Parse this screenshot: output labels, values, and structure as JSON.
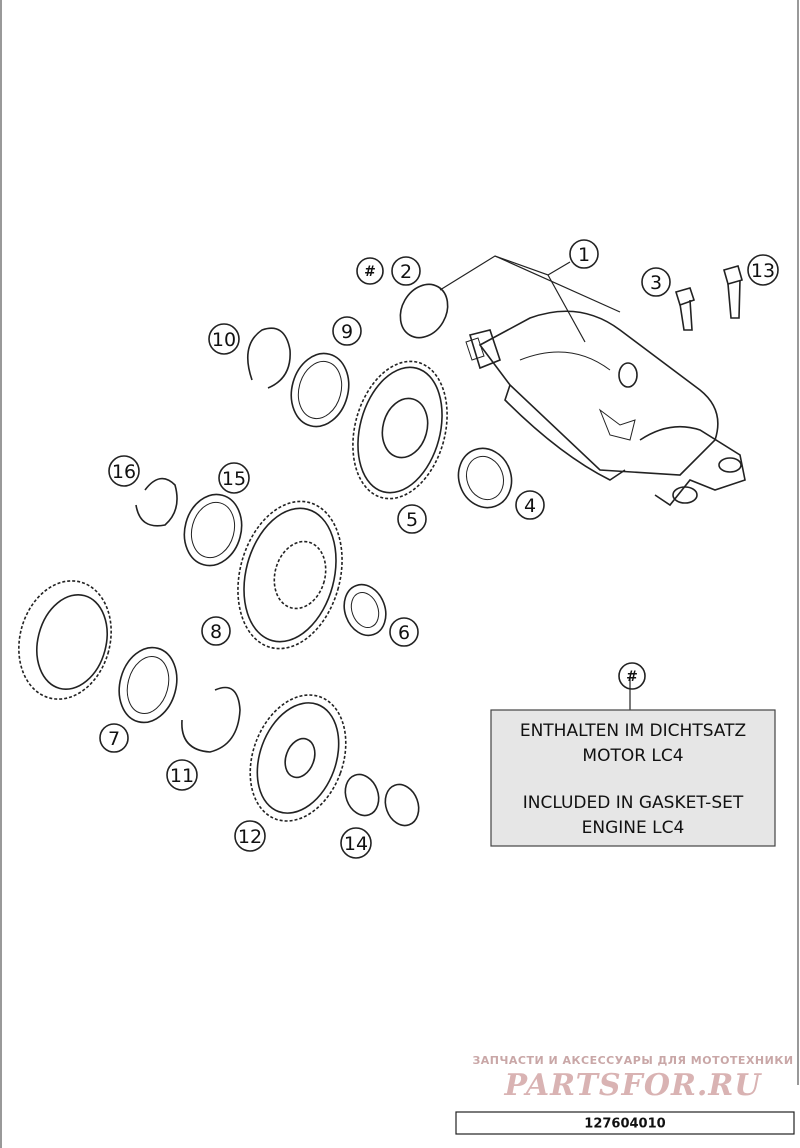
{
  "callouts": {
    "c1": "1",
    "c2": "2",
    "c3": "3",
    "c4": "4",
    "c5": "5",
    "c6": "6",
    "c7": "7",
    "c8": "8",
    "c9": "9",
    "c10": "10",
    "c11": "11",
    "c12": "12",
    "c13": "13",
    "c14": "14",
    "c15": "15",
    "c16": "16",
    "hash_a": "#",
    "hash_b": "#"
  },
  "note": {
    "line1": "ENTHALTEN IM DICHTSATZ",
    "line2": "MOTOR LC4",
    "line3": "INCLUDED IN GASKET-SET",
    "line4": "ENGINE LC4"
  },
  "watermark": {
    "tagline": "ЗАПЧАСТИ И АКСЕССУАРЫ ДЛЯ МОТОТЕХНИКИ",
    "logo": "PARTSFOR.RU"
  },
  "drawing_code": "127604010",
  "colors": {
    "line": "#222222",
    "note_fill": "#e6e6e6",
    "watermark": "#d9b3b3"
  }
}
